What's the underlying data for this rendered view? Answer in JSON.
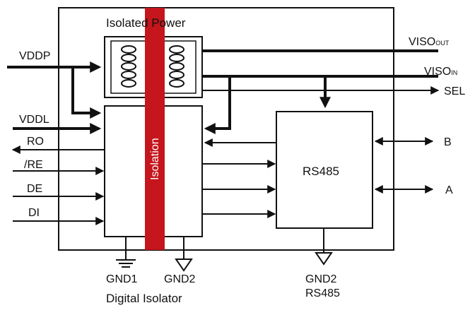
{
  "title": "Isolated Power",
  "isolation_label": "Isolation",
  "rs485_label": "RS485",
  "caption": "Digital Isolator",
  "pins_left": {
    "vddp": "VDDP",
    "vddl": "VDDL",
    "ro": "RO",
    "re": "/RE",
    "de": "DE",
    "di": "DI"
  },
  "pins_right": {
    "viso_out_main": "VISO",
    "viso_out_sub": "OUT",
    "viso_in_main": "VISO",
    "viso_in_sub": "IN",
    "sel": "SEL",
    "b": "B",
    "a": "A"
  },
  "grounds": {
    "gnd1": "GND1",
    "gnd2_iso": "GND2",
    "gnd2_rs485_line1": "GND2",
    "gnd2_rs485_line2": "RS485"
  },
  "colors": {
    "isolation_bar": "#c4161c",
    "line": "#111111",
    "background": "#ffffff"
  }
}
